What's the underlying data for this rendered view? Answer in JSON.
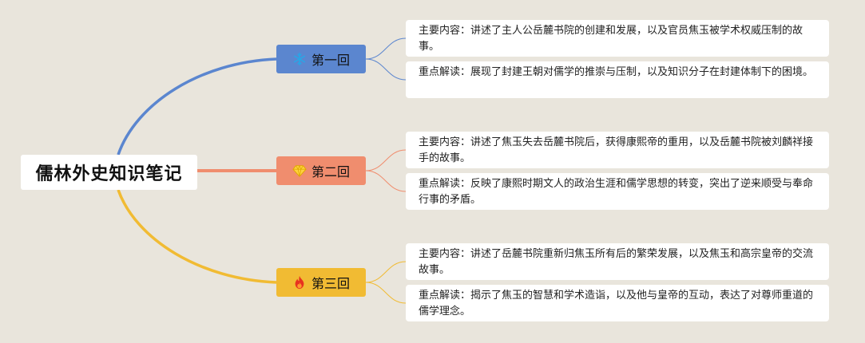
{
  "root": {
    "title": "儒林外史知识笔记"
  },
  "branches": [
    {
      "label": "第一回",
      "icon": "snowflake-icon",
      "color": "#5b86cf",
      "leaves": [
        "主要内容：讲述了主人公岳麓书院的创建和发展，以及官员焦玉被学术权威压制的故事。",
        "重点解读：展现了封建王朝对儒学的推崇与压制，以及知识分子在封建体制下的困境。"
      ]
    },
    {
      "label": "第二回",
      "icon": "diamond-icon",
      "color": "#f08d6e",
      "leaves": [
        "主要内容：讲述了焦玉失去岳麓书院后，获得康熙帝的重用，以及岳麓书院被刘麟祥接手的故事。",
        "重点解读：反映了康熙时期文人的政治生涯和儒学思想的转变，突出了逆来顺受与奉命行事的矛盾。"
      ]
    },
    {
      "label": "第三回",
      "icon": "fire-icon",
      "color": "#f1bb33",
      "leaves": [
        "主要内容：讲述了岳麓书院重新归焦玉所有后的繁荣发展，以及焦玉和高宗皇帝的交流故事。",
        "重点解读：揭示了焦玉的智慧和学术造诣，以及他与皇帝的互动，表达了对尊师重道的儒学理念。"
      ]
    }
  ]
}
